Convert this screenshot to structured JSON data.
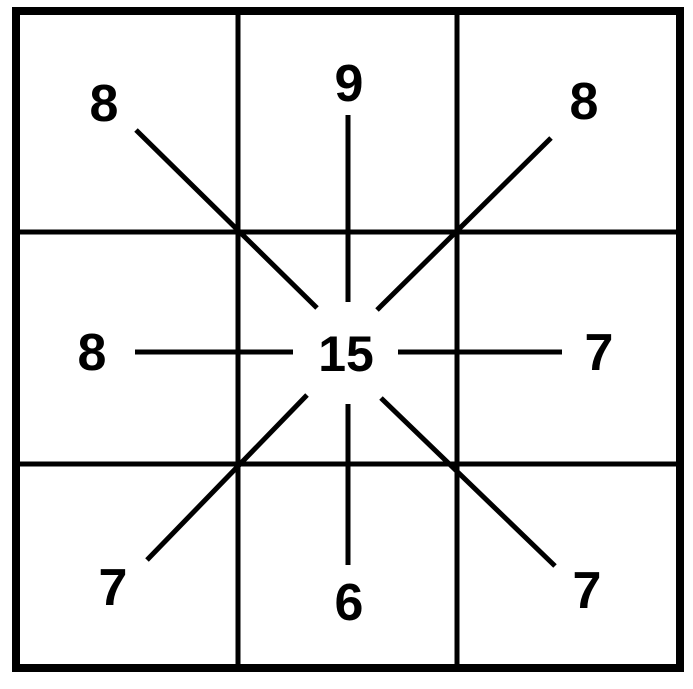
{
  "grid": {
    "rows": 3,
    "cols": 3,
    "line_color": "#000000",
    "background": "#ffffff"
  },
  "center": {
    "value": "15"
  },
  "neighbors": {
    "top_left": "8",
    "top": "9",
    "top_right": "8",
    "left": "8",
    "right": "7",
    "bottom_left": "7",
    "bottom": "6",
    "bottom_right": "7"
  }
}
